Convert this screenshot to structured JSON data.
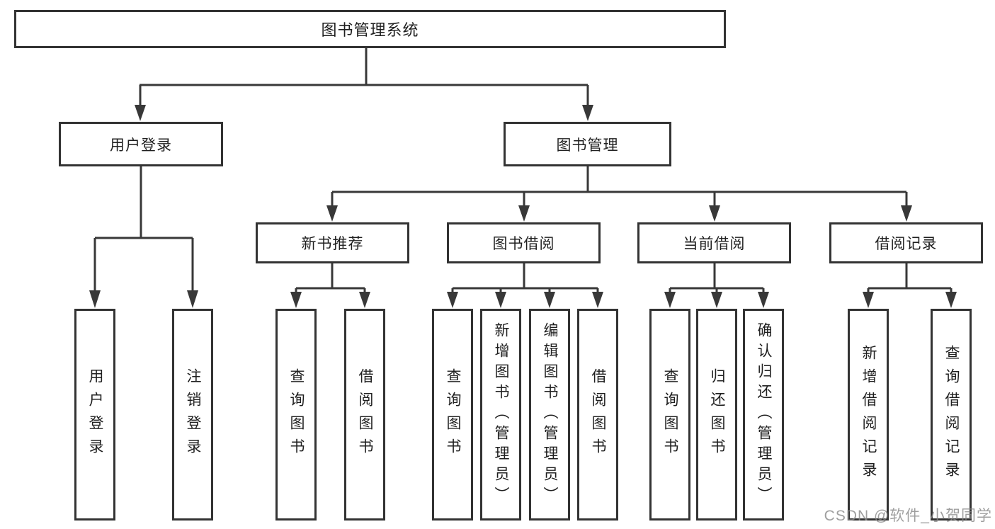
{
  "diagram": {
    "nodes": {
      "root": "图书管理系统",
      "level2": [
        "用户登录",
        "图书管理"
      ],
      "level3": [
        "新书推荐",
        "图书借阅",
        "当前借阅",
        "借阅记录"
      ],
      "leaves": [
        "用户登录",
        "注销登录",
        "查询图书",
        "借阅图书",
        "查询图书",
        "新增图书（管理员）",
        "编辑图书（管理员）",
        "借阅图书",
        "查询图书",
        "归还图书",
        "确认归还（管理员）",
        "新增借阅记录",
        "查询借阅记录"
      ]
    },
    "watermark": "CSDN @软件_小贺同学",
    "colors": {
      "line": "#383838",
      "box_border": "#333333",
      "text": "#1f1f1f",
      "watermark_text": "#878787",
      "background": "#ffffff"
    }
  }
}
